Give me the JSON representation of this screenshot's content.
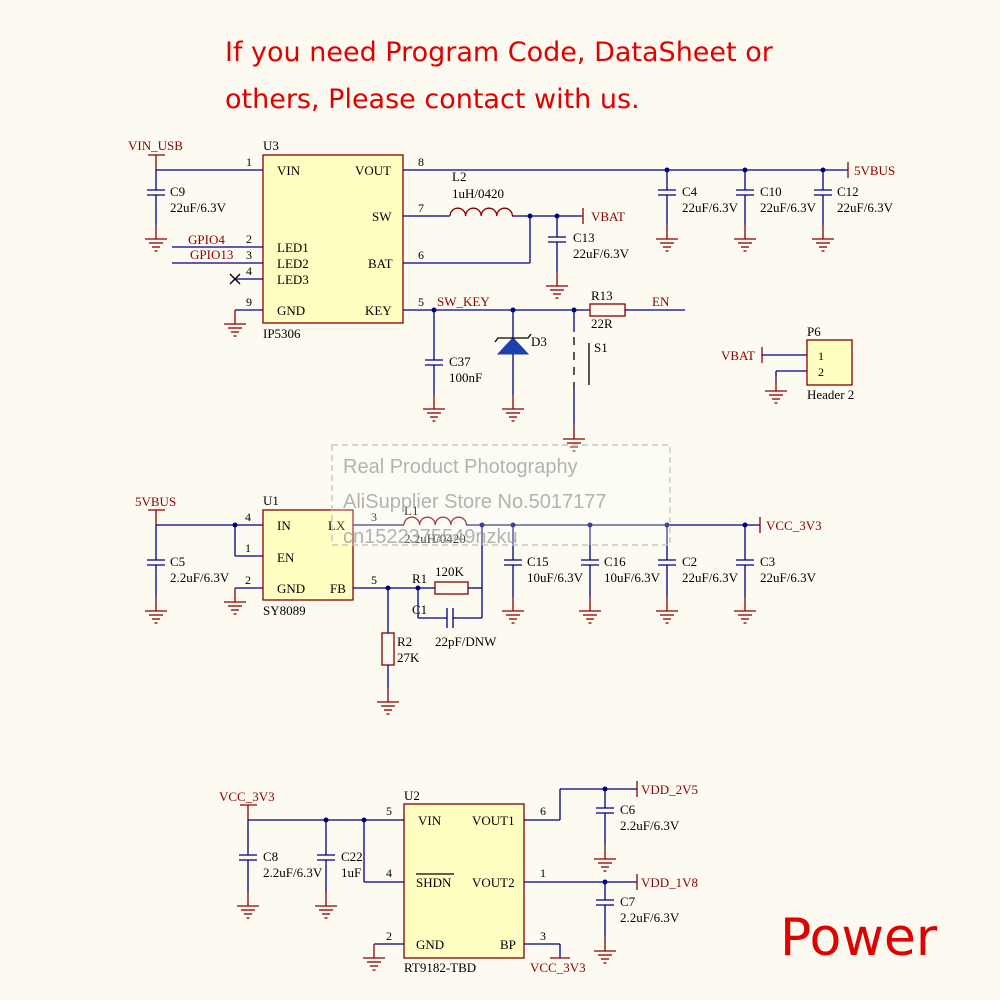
{
  "header": {
    "line1": "If you need Program Code, DataSheet or",
    "line2": "others, Please contact with us."
  },
  "watermark": {
    "line1": "Real Product Photography",
    "line2": "AliSupplier Store No.5017177",
    "line3": "cn1522375549nzku"
  },
  "footer_label": "Power",
  "u3": {
    "ref": "U3",
    "part": "IP5306",
    "pins": {
      "vin": "VIN",
      "led1": "LED1",
      "led2": "LED2",
      "led3": "LED3",
      "gnd": "GND",
      "vout": "VOUT",
      "sw": "SW",
      "bat": "BAT",
      "key": "KEY"
    },
    "pin_numbers": {
      "vin": "1",
      "led1": "2",
      "led2": "3",
      "led3": "4",
      "gnd": "9",
      "vout": "8",
      "sw": "7",
      "bat": "6",
      "key": "5"
    }
  },
  "u1": {
    "ref": "U1",
    "part": "SY8089",
    "pins": {
      "in": "IN",
      "en": "EN",
      "gnd": "GND",
      "lx": "LX",
      "fb": "FB"
    },
    "pin_numbers": {
      "in": "4",
      "en": "1",
      "gnd": "2",
      "lx": "3",
      "fb": "5"
    }
  },
  "u2": {
    "ref": "U2",
    "part": "RT9182-TBD",
    "pins": {
      "vin": "VIN",
      "shdn": "SHDN",
      "gnd": "GND",
      "vout1": "VOUT1",
      "vout2": "VOUT2",
      "bp": "BP"
    },
    "pin_numbers": {
      "vin": "5",
      "shdn": "4",
      "gnd": "2",
      "vout1": "6",
      "vout2": "1",
      "bp": "3"
    }
  },
  "p6": {
    "ref": "P6",
    "part": "Header 2",
    "pin1": "1",
    "pin2": "2"
  },
  "nets": {
    "vin_usb": "VIN_USB",
    "gpio4": "GPIO4",
    "gpio13": "GPIO13",
    "vbus_5v": "5VBUS",
    "vbat": "VBAT",
    "sw_key": "SW_KEY",
    "en": "EN",
    "vcc_3v3": "VCC_3V3",
    "vdd_2v5": "VDD_2V5",
    "vdd_1v8": "VDD_1V8"
  },
  "components": {
    "c9": {
      "ref": "C9",
      "value": "22uF/6.3V"
    },
    "c4": {
      "ref": "C4",
      "value": "22uF/6.3V"
    },
    "c10": {
      "ref": "C10",
      "value": "22uF/6.3V"
    },
    "c12": {
      "ref": "C12",
      "value": "22uF/6.3V"
    },
    "c13": {
      "ref": "C13",
      "value": "22uF/6.3V"
    },
    "c37": {
      "ref": "C37",
      "value": "100nF"
    },
    "l2": {
      "ref": "L2",
      "value": "1uH/0420"
    },
    "d3": {
      "ref": "D3"
    },
    "s1": {
      "ref": "S1"
    },
    "r13": {
      "ref": "R13",
      "value": "22R"
    },
    "c5": {
      "ref": "C5",
      "value": "2.2uF/6.3V"
    },
    "l1": {
      "ref": "L1",
      "value": "2.2uH/0420"
    },
    "r1": {
      "ref": "R1",
      "value": "120K"
    },
    "c1": {
      "ref": "C1",
      "value": "22pF/DNW"
    },
    "r2": {
      "ref": "R2",
      "value": "27K"
    },
    "c15": {
      "ref": "C15",
      "value": "10uF/6.3V"
    },
    "c16": {
      "ref": "C16",
      "value": "10uF/6.3V"
    },
    "c2": {
      "ref": "C2",
      "value": "22uF/6.3V"
    },
    "c3": {
      "ref": "C3",
      "value": "22uF/6.3V"
    },
    "c8": {
      "ref": "C8",
      "value": "2.2uF/6.3V"
    },
    "c22": {
      "ref": "C22",
      "value": "1uF"
    },
    "c6": {
      "ref": "C6",
      "value": "2.2uF/6.3V"
    },
    "c7": {
      "ref": "C7",
      "value": "2.2uF/6.3V"
    }
  },
  "colors": {
    "wire": "#000080",
    "part_outline": "#8b0000",
    "ic_fill": "#ffffc2",
    "heading": "#e00000",
    "background": "#fdfbf1"
  }
}
